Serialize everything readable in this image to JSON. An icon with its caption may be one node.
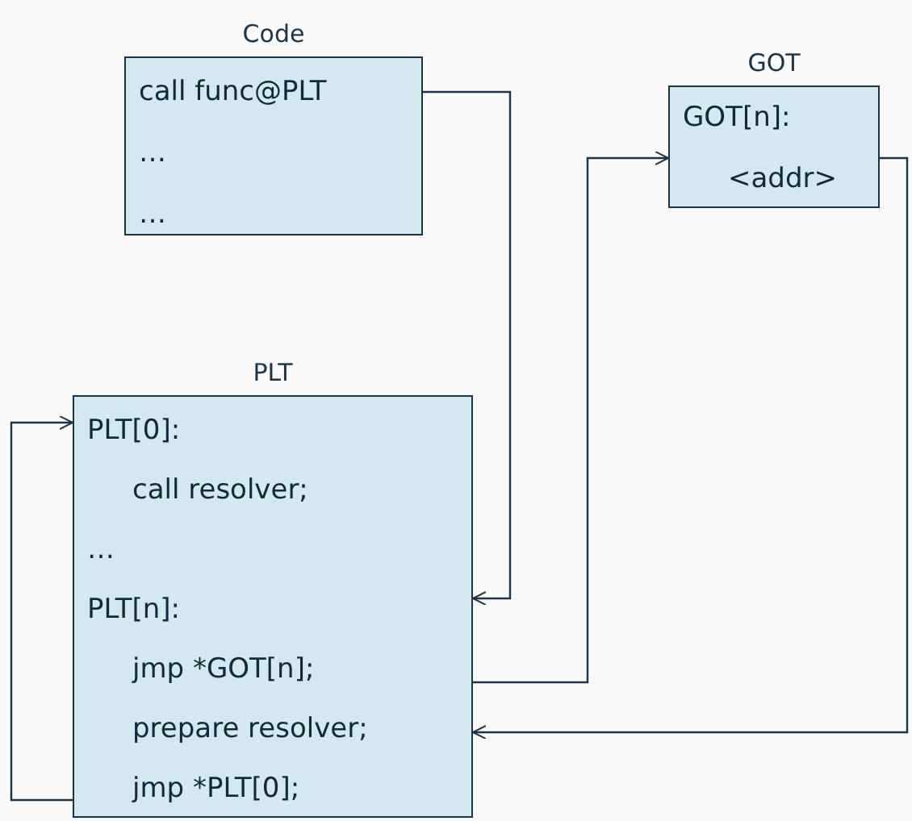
{
  "diagram": {
    "nodes": [
      {
        "text": [
          "Code",
          "call func@PLT",
          "…",
          "…"
        ]
      },
      {
        "text": [
          "GOT",
          "GOT[n]:",
          "<addr>"
        ]
      },
      {
        "text": [
          "PLT",
          "PLT[0]:",
          "call resolver;",
          "…",
          "PLT[n]:",
          "jmp *GOT[n];",
          "prepare resolver;",
          "jmp *PLT[0];"
        ]
      }
    ],
    "edges": [
      {
        "from": 0,
        "to": 2,
        "arrow": "to"
      },
      {
        "from": 2,
        "to": 1,
        "arrow": "to"
      },
      {
        "from": 1,
        "to": 2,
        "arrow": "to"
      },
      {
        "from": 2,
        "to": 2,
        "arrow": "to"
      }
    ]
  }
}
